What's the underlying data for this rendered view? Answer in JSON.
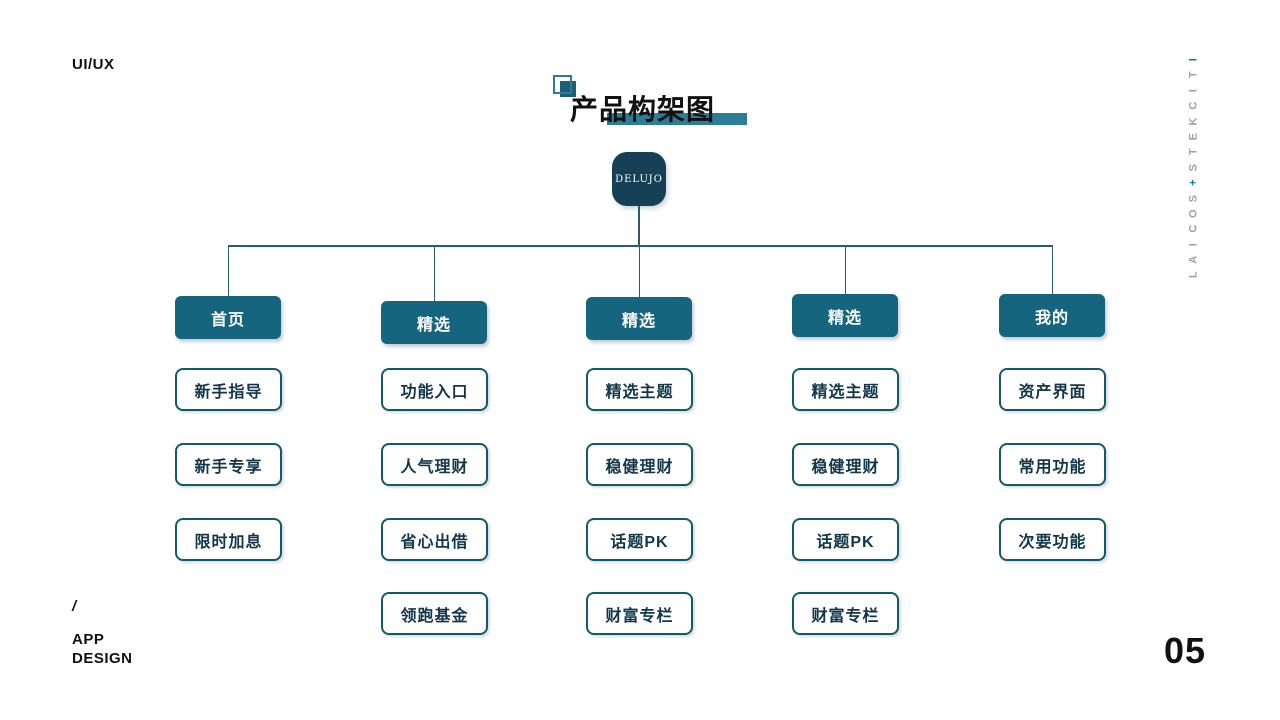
{
  "header": {
    "corner_label": "UI/UX",
    "title": "产品构架图"
  },
  "side_label": {
    "chars": [
      "I",
      "T",
      "I",
      "C",
      "K",
      "E",
      "T",
      "S",
      "+",
      "S",
      "O",
      "C",
      "I",
      "A",
      "L"
    ]
  },
  "logo": {
    "text": "DELUJO"
  },
  "tree": {
    "branches": [
      {
        "label": "首页",
        "children": [
          "新手指导",
          "新手专享",
          "限时加息"
        ]
      },
      {
        "label": "精选",
        "children": [
          "功能入口",
          "人气理财",
          "省心出借",
          "领跑基金"
        ]
      },
      {
        "label": "精选",
        "children": [
          "精选主题",
          "稳健理财",
          "话题PK",
          "财富专栏"
        ]
      },
      {
        "label": "精选",
        "children": [
          "精选主题",
          "稳健理财",
          "话题PK",
          "财富专栏"
        ]
      },
      {
        "label": "我的",
        "children": [
          "资产界面",
          "常用功能",
          "次要功能"
        ]
      }
    ]
  },
  "footer": {
    "slash": "/",
    "app_line1": "APP",
    "app_line2": "DESIGN",
    "page_number": "05"
  },
  "colors": {
    "teal_fill": "#16657f",
    "logo_fill": "#164056",
    "title_bar": "#2e7d97",
    "connector": "#2b5c6e",
    "box_border": "#14586e",
    "box_text": "#113749",
    "side_gray": "#9aa2a8",
    "side_accent": "#1a7a98"
  }
}
